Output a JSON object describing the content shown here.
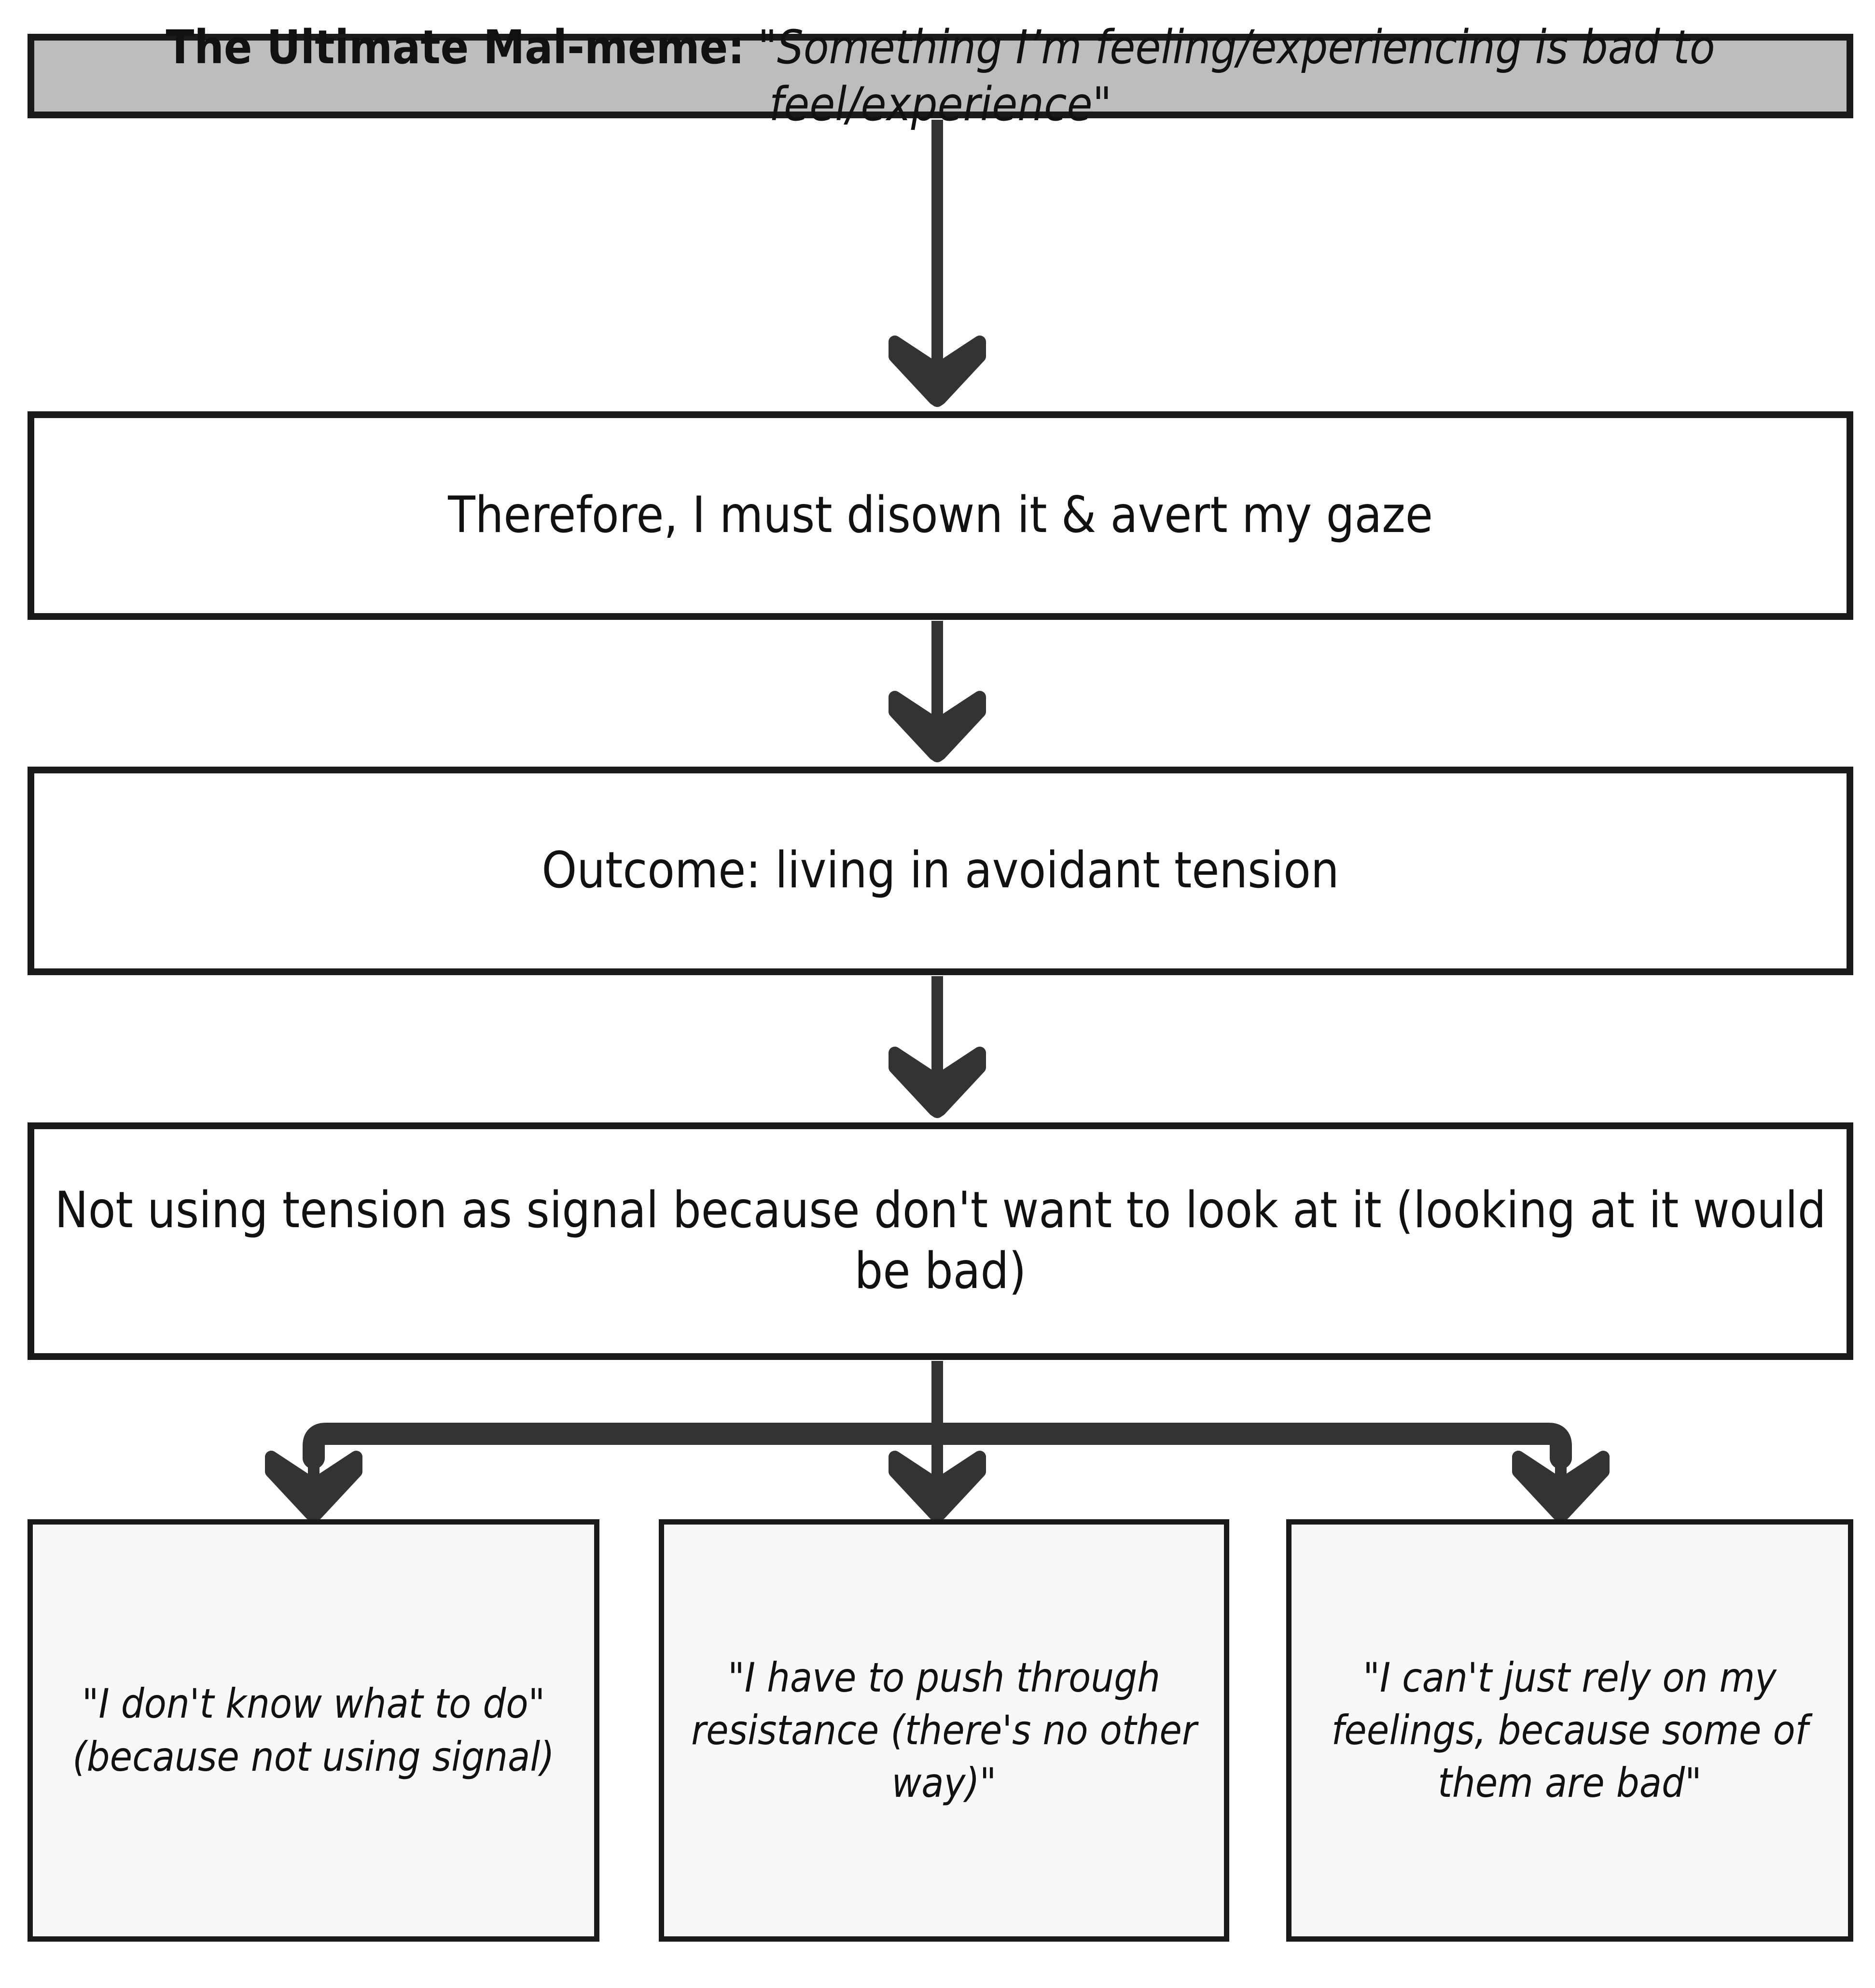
{
  "diagram": {
    "title_node": {
      "label_bold": "The Ultimate Mal-meme:",
      "label_italic": "\"Something I’m feeling/experiencing is bad to feel/experience\"",
      "fill": "#bdbdbd",
      "border": "#1a1a1a"
    },
    "nodes": [
      {
        "id": "disown",
        "label": "Therefore, I must disown it & avert my gaze",
        "fill": "#ffffff",
        "border": "#1a1a1a"
      },
      {
        "id": "outcome",
        "label": "Outcome: living in avoidant tension",
        "fill": "#ffffff",
        "border": "#1a1a1a"
      },
      {
        "id": "tension",
        "label": "Not using tension as signal because don't want to look at it (looking at it would be bad)",
        "fill": "#ffffff",
        "border": "#1a1a1a"
      }
    ],
    "leaves": [
      {
        "id": "dont-know",
        "label": "\"I don't know what to do\" (because not using signal)",
        "fill": "#f8f8f8",
        "border": "#1a1a1a"
      },
      {
        "id": "push-through",
        "label": "\"I have to push through resistance (there's no other way)\"",
        "fill": "#f8f8f8",
        "border": "#1a1a1a"
      },
      {
        "id": "cant-rely",
        "label": "\"I can't just rely on my feelings, because some of them are bad\"",
        "fill": "#f8f8f8",
        "border": "#1a1a1a"
      }
    ],
    "connectors": {
      "color": "#333333",
      "arrow_names": [
        "arrow-title-to-disown",
        "arrow-disown-to-outcome",
        "arrow-outcome-to-tension",
        "arrow-tension-to-dont-know",
        "arrow-tension-to-push-through",
        "arrow-tension-to-cant-rely"
      ]
    },
    "background": "#ffffff"
  }
}
